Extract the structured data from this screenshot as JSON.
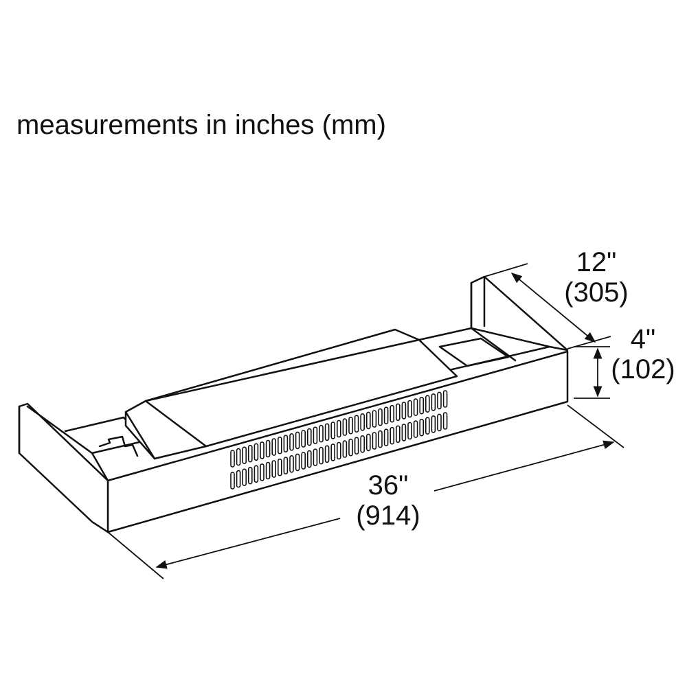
{
  "caption": "measurements in inches (mm)",
  "dimensions": {
    "depth": {
      "imperial": "12\"",
      "metric": "(305)"
    },
    "height": {
      "imperial": "4\"",
      "metric": "(102)"
    },
    "width": {
      "imperial": "36\"",
      "metric": "(914)"
    }
  },
  "colors": {
    "stroke": "#111111",
    "background": "#ffffff"
  }
}
